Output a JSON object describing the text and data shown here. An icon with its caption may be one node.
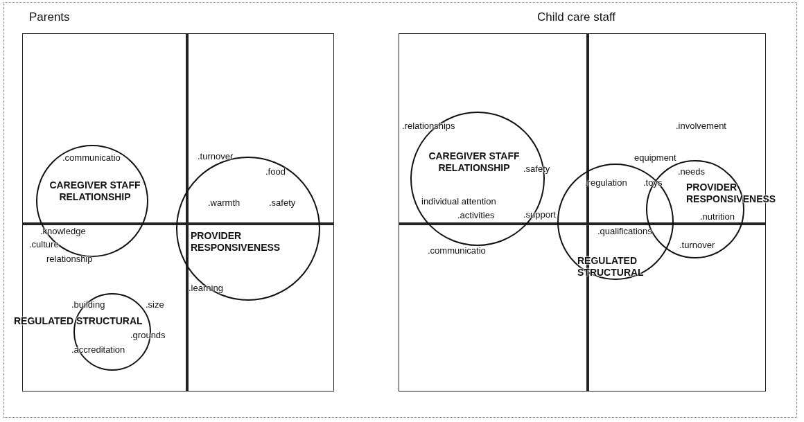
{
  "diagram": {
    "nodes": [
      {
        "text": [
          "Parents"
        ]
      },
      {
        "text": [
          "CAREGIVER STAFF RELATIONSHIP"
        ],
        "in": 0
      },
      {
        "text": [
          "PROVIDER RESPONSIVENESS"
        ],
        "in": 0
      },
      {
        "text": [
          "REGULATED STRUCTURAL"
        ],
        "in": 0
      },
      {
        "text": [
          "Child care staff"
        ]
      },
      {
        "text": [
          "CAREGIVER STAFF RELATIONSHIP"
        ],
        "in": 4
      },
      {
        "text": [
          "REGULATED STRUCTURAL"
        ],
        "in": 4
      },
      {
        "text": [
          "PROVIDER RESPONSIVENESS"
        ],
        "in": 4
      }
    ],
    "edges": [],
    "labels": [
      ".communicatio",
      ".turnover",
      ".food",
      ".warmth",
      ".safety",
      ".knowledge",
      ".culture",
      "relationship",
      ".learning",
      ".building",
      ".size",
      ".grounds",
      ".accreditation",
      ".relationships",
      ".involvement",
      "equipment",
      ".safety",
      ".needs",
      ".regulation",
      ".toys",
      "individual attention",
      ".activities",
      ".support",
      ".nutrition",
      ".qualifications",
      ".communicatio",
      ".turnover"
    ]
  }
}
